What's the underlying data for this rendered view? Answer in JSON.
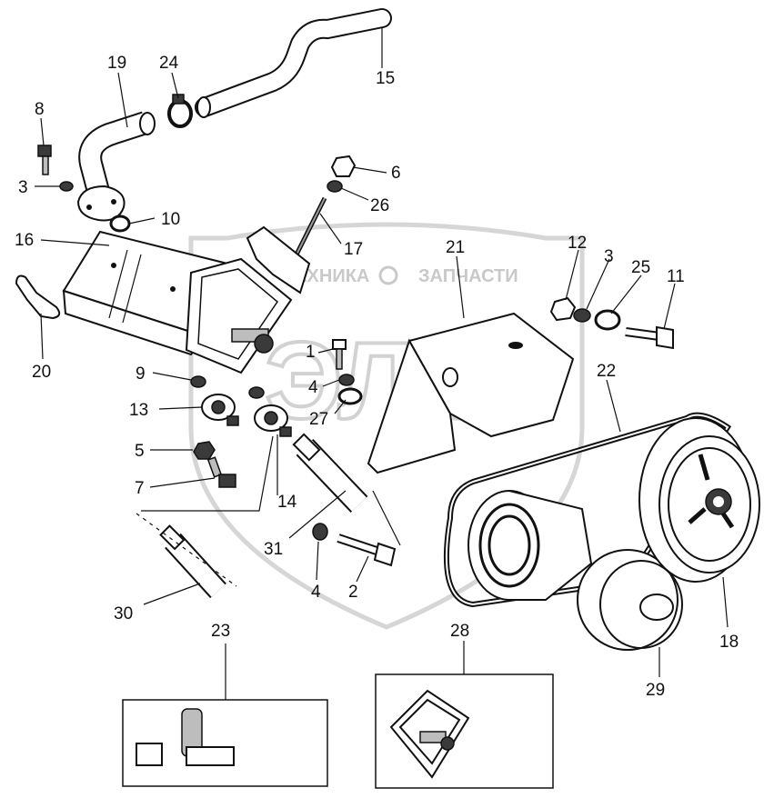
{
  "watermark": {
    "text_left": "ТЕХНИКА",
    "text_right": "ЗАПЧАСТИ",
    "emblem": "ЭЛФ"
  },
  "callouts": [
    {
      "id": "c15",
      "text": "15"
    },
    {
      "id": "c19",
      "text": "19"
    },
    {
      "id": "c24",
      "text": "24"
    },
    {
      "id": "c8",
      "text": "8"
    },
    {
      "id": "c3a",
      "text": "3"
    },
    {
      "id": "c6",
      "text": "6"
    },
    {
      "id": "c26",
      "text": "26"
    },
    {
      "id": "c10",
      "text": "10"
    },
    {
      "id": "c16",
      "text": "16"
    },
    {
      "id": "c17",
      "text": "17"
    },
    {
      "id": "c21",
      "text": "21"
    },
    {
      "id": "c12",
      "text": "12"
    },
    {
      "id": "c3b",
      "text": "3"
    },
    {
      "id": "c25",
      "text": "25"
    },
    {
      "id": "c11",
      "text": "11"
    },
    {
      "id": "c20",
      "text": "20"
    },
    {
      "id": "c1",
      "text": "1"
    },
    {
      "id": "c9",
      "text": "9"
    },
    {
      "id": "c4a",
      "text": "4"
    },
    {
      "id": "c22",
      "text": "22"
    },
    {
      "id": "c13",
      "text": "13"
    },
    {
      "id": "c27",
      "text": "27"
    },
    {
      "id": "c5",
      "text": "5"
    },
    {
      "id": "c7",
      "text": "7"
    },
    {
      "id": "c14",
      "text": "14"
    },
    {
      "id": "c31",
      "text": "31"
    },
    {
      "id": "c4b",
      "text": "4"
    },
    {
      "id": "c2",
      "text": "2"
    },
    {
      "id": "c18",
      "text": "18"
    },
    {
      "id": "c30",
      "text": "30"
    },
    {
      "id": "c23",
      "text": "23"
    },
    {
      "id": "c28",
      "text": "28"
    },
    {
      "id": "c29",
      "text": "29"
    }
  ]
}
